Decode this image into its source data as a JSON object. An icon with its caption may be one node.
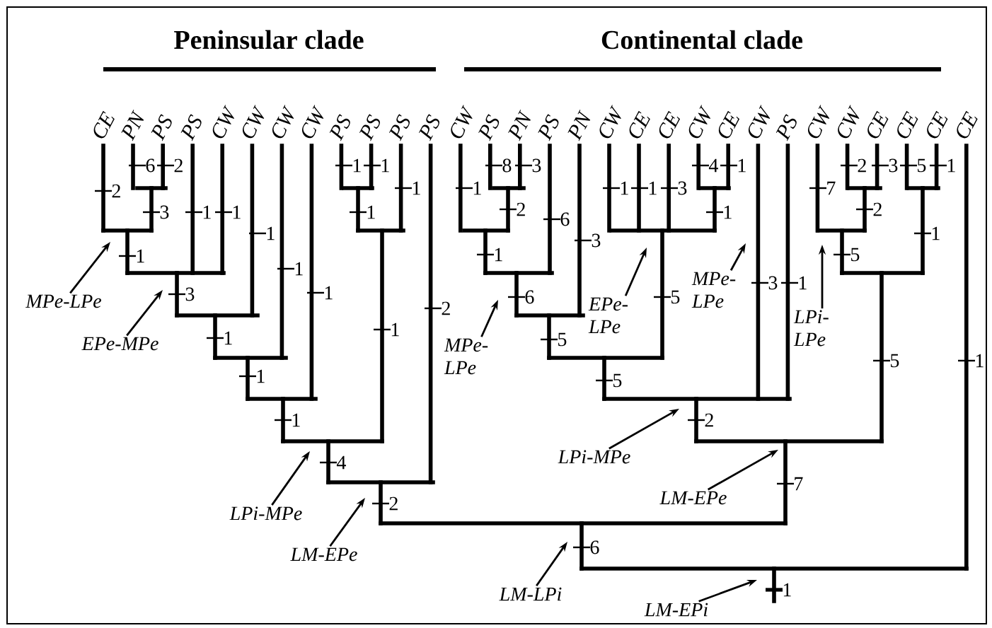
{
  "diagram": {
    "nodes": [
      {
        "text": [
          "MPe-LPe"
        ]
      },
      {
        "text": [
          "EPe-MPe"
        ]
      },
      {
        "text": [
          "LPi-MPe"
        ]
      },
      {
        "text": [
          "LM-EPe"
        ]
      },
      {
        "text": [
          "MPe- LPe"
        ]
      },
      {
        "text": [
          "EPe- LPe"
        ]
      },
      {
        "text": [
          "MPe- LPe"
        ]
      },
      {
        "text": [
          "LPi- LPe"
        ]
      },
      {
        "text": [
          "LPi-MPe"
        ]
      },
      {
        "text": [
          "LM-EPe"
        ]
      },
      {
        "text": [
          "LM-LPi"
        ]
      },
      {
        "text": [
          "LM-EPi"
        ]
      }
    ],
    "edges": [
      {
        "from": 0,
        "to": null,
        "arrow": "to"
      },
      {
        "from": 1,
        "to": null,
        "arrow": "to"
      },
      {
        "from": 2,
        "to": null,
        "arrow": "to"
      },
      {
        "from": 3,
        "to": null,
        "arrow": "to"
      },
      {
        "from": 4,
        "to": null,
        "arrow": "to"
      },
      {
        "from": 5,
        "to": null,
        "arrow": "to"
      },
      {
        "from": 6,
        "to": null,
        "arrow": "to"
      },
      {
        "from": 7,
        "to": null,
        "arrow": "to"
      },
      {
        "from": 8,
        "to": null,
        "arrow": "to"
      },
      {
        "from": 9,
        "to": null,
        "arrow": "to"
      },
      {
        "from": 10,
        "to": null,
        "arrow": "to"
      },
      {
        "from": 11,
        "to": null,
        "arrow": "to"
      }
    ],
    "labels": [
      "Peninsular clade",
      "Continental clade",
      "CE",
      "PN",
      "PS",
      "PS",
      "CW",
      "CW",
      "CW",
      "CW",
      "PS",
      "PS",
      "PS",
      "PS",
      "CW",
      "PS",
      "PN",
      "PS",
      "PN",
      "CW",
      "CE",
      "CE",
      "CW",
      "CE",
      "CW",
      "PS",
      "CW",
      "CW",
      "CE",
      "CE",
      "CE",
      "CE",
      "6",
      "2",
      "1",
      "1",
      "8",
      "3",
      "4",
      "1",
      "2",
      "3",
      "5",
      "1",
      "2",
      "1",
      "1",
      "1",
      "1",
      "3",
      "7",
      "3",
      "1",
      "1",
      "1",
      "2",
      "1",
      "2",
      "6",
      "1",
      "1",
      "3",
      "1",
      "1",
      "5",
      "1",
      "3",
      "1",
      "3",
      "1",
      "6",
      "5",
      "2",
      "1",
      "1",
      "5",
      "5",
      "1",
      "1",
      "5",
      "1",
      "2",
      "4",
      "7",
      "2",
      "6",
      "1"
    ]
  }
}
